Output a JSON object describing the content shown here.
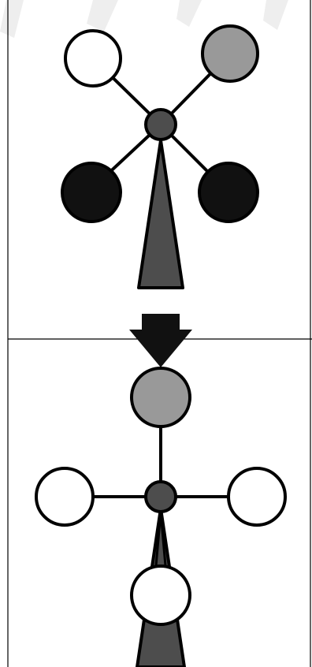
{
  "colors": {
    "background": "#ffffff",
    "stroke": "#000000",
    "ball_white": "#ffffff",
    "ball_gray": "#999999",
    "ball_black": "#111111",
    "hub": "#4d4d4d",
    "stand": "#4d4d4d",
    "arrow": "#111111",
    "watermark": "#ececec"
  },
  "diagram": {
    "panel_top": {
      "balls": [
        "white",
        "gray",
        "black",
        "black"
      ]
    },
    "panel_bottom": {
      "balls": [
        "gray",
        "white",
        "white",
        "white"
      ]
    }
  }
}
